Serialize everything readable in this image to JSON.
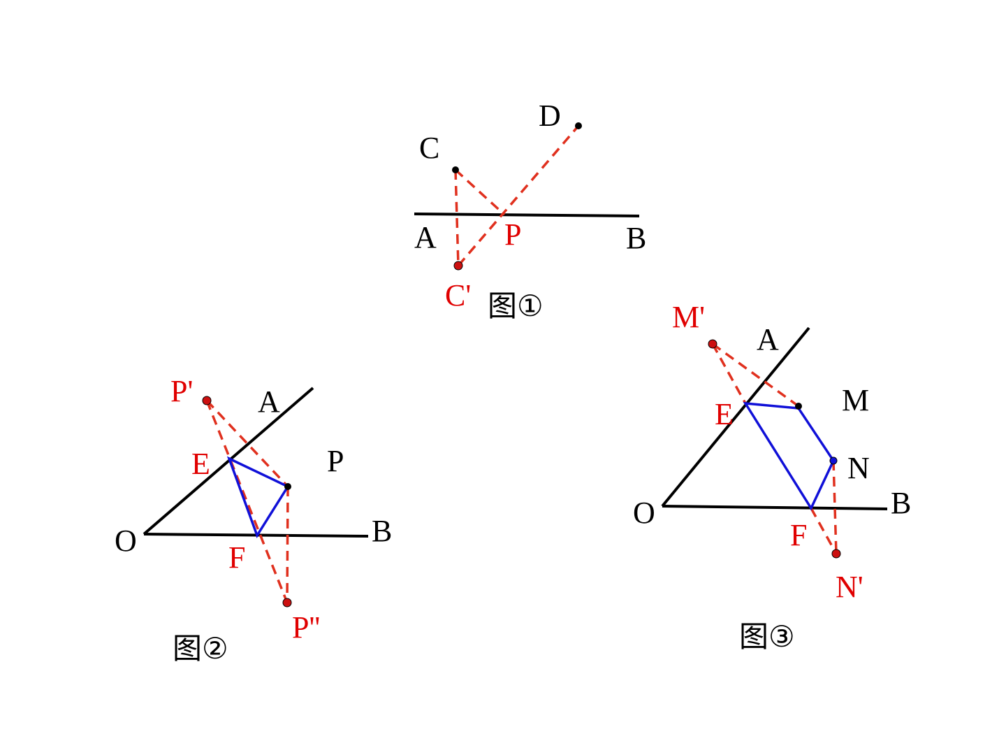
{
  "colors": {
    "line": "#000000",
    "construction": "#e0301e",
    "path": "#1010d8",
    "label_black": "#000000",
    "label_red": "#e00000",
    "point_black": "#000000",
    "point_red": "#cc1010",
    "point_blue": "#1010d8"
  },
  "figures": [
    {
      "name": "figure-1",
      "caption": "图①",
      "labels": {
        "C": "C",
        "D": "D",
        "A": "A",
        "P": "P",
        "B": "B",
        "C_prime": "C'"
      }
    },
    {
      "name": "figure-2",
      "caption": "图②",
      "labels": {
        "P_prime": "P'",
        "A": "A",
        "E": "E",
        "P": "P",
        "O": "O",
        "B": "B",
        "F": "F",
        "P_double_prime": "P''"
      }
    },
    {
      "name": "figure-3",
      "caption": "图③",
      "labels": {
        "M_prime": "M'",
        "A": "A",
        "E": "E",
        "M": "M",
        "N": "N",
        "O": "O",
        "B": "B",
        "F": "F",
        "N_prime": "N'"
      }
    }
  ]
}
